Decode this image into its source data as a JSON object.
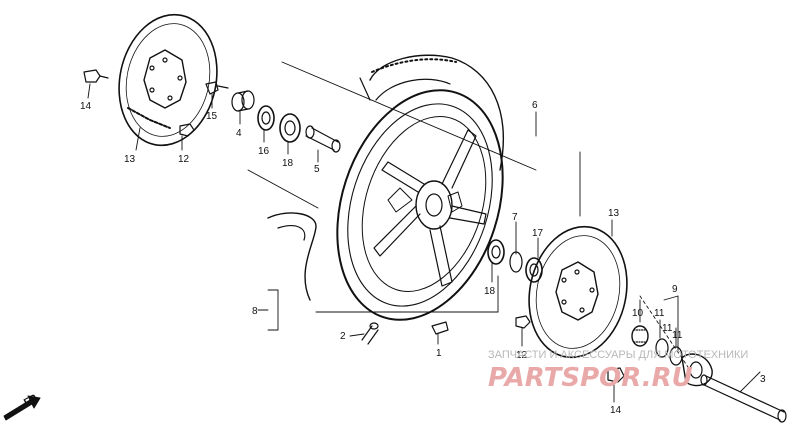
{
  "diagram": {
    "direction_label": "FR.",
    "part_numbers": {
      "p1": "1",
      "p2": "2",
      "p3": "3",
      "p4": "4",
      "p5": "5",
      "p6": "6",
      "p7": "7",
      "p8": "8",
      "p9": "9",
      "p10": "10",
      "p11a": "11",
      "p11b": "11",
      "p11c": "11",
      "p12a": "12",
      "p12b": "12",
      "p13a": "13",
      "p13b": "13",
      "p14a": "14",
      "p14b": "14",
      "p15": "15",
      "p16": "16",
      "p17": "17",
      "p18a": "18",
      "p18b": "18"
    }
  },
  "watermark": {
    "caption": "ЗАПЧАСТИ И АКСЕССУАРЫ ДЛЯ МОТОТЕХНИКИ",
    "brand": "PARTSPOR.RU"
  }
}
